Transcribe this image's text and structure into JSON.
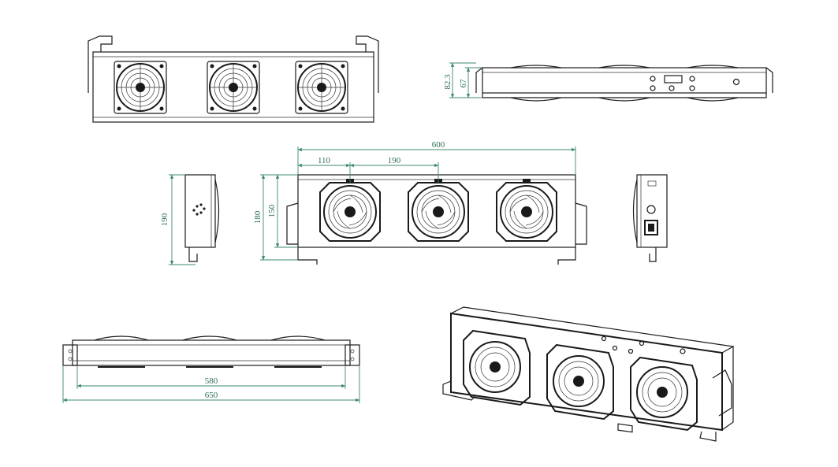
{
  "colors": {
    "line": "#1a1a1a",
    "dimension": "#3c8a6a",
    "dimension_text": "#2f6e54",
    "background": "#ffffff"
  },
  "dimensions": {
    "front_overall_width": "600",
    "front_first_fan_offset": "110",
    "front_fan_pitch": "190",
    "front_height_with_bracket": "180",
    "front_body_height": "150",
    "left_side_height": "190",
    "top_view_height": "82.3",
    "top_view_body_height": "67",
    "bottom_inner_width": "580",
    "bottom_overall_width": "650"
  },
  "views": [
    "rear-view",
    "top-view",
    "left-side-view",
    "front-view",
    "right-side-view",
    "bottom-view",
    "isometric-view"
  ]
}
